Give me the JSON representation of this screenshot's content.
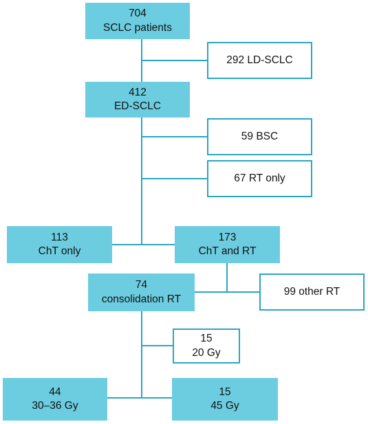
{
  "diagram": {
    "colors": {
      "fill": "#6ccde0",
      "outline": "#2aa5c2",
      "connector": "#2aa5c2",
      "text": "#111111"
    },
    "nodes": {
      "sclc": {
        "lines": [
          "704",
          "SCLC patients"
        ]
      },
      "ld_sclc": {
        "lines": [
          "292 LD-SCLC"
        ]
      },
      "ed_sclc": {
        "lines": [
          "412",
          "ED-SCLC"
        ]
      },
      "bsc": {
        "lines": [
          "59 BSC"
        ]
      },
      "rt_only": {
        "lines": [
          "67 RT only"
        ]
      },
      "cht_only": {
        "lines": [
          "113",
          "ChT only"
        ]
      },
      "cht_rt": {
        "lines": [
          "173",
          "ChT and RT"
        ]
      },
      "consolidation": {
        "lines": [
          "74",
          "consolidation RT"
        ]
      },
      "other_rt": {
        "lines": [
          "99 other RT"
        ]
      },
      "gy20": {
        "lines": [
          "15",
          "20 Gy"
        ]
      },
      "gy30_36": {
        "lines": [
          "44",
          "30–36 Gy"
        ]
      },
      "gy45": {
        "lines": [
          "15",
          "45 Gy"
        ]
      }
    }
  }
}
